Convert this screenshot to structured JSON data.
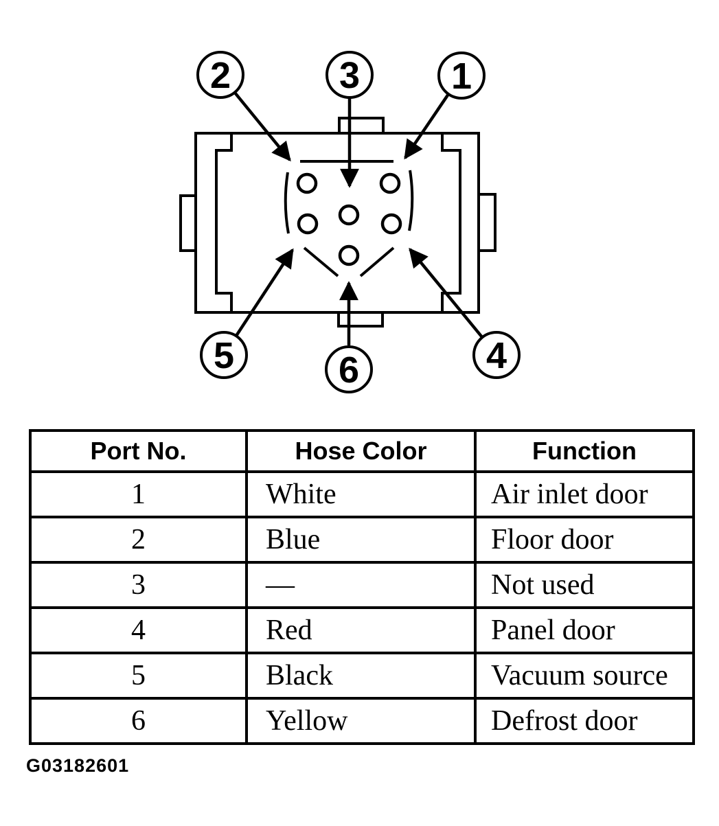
{
  "page": {
    "background_color": "#ffffff",
    "ink_color": "#000000",
    "description": "Vacuum connector port identification diagram with port/hose-color/function table"
  },
  "diagram": {
    "callouts": {
      "top_left": "2",
      "top_center": "3",
      "top_right": "1",
      "bottom_left": "5",
      "bottom_center": "6",
      "bottom_right": "4"
    }
  },
  "table": {
    "headers": [
      "Port No.",
      "Hose Color",
      "Function"
    ],
    "rows": [
      {
        "port": "1",
        "hose_color": "White",
        "function": "Air inlet door"
      },
      {
        "port": "2",
        "hose_color": "Blue",
        "function": "Floor door"
      },
      {
        "port": "3",
        "hose_color": "—",
        "function": "Not used"
      },
      {
        "port": "4",
        "hose_color": "Red",
        "function": "Panel door"
      },
      {
        "port": "5",
        "hose_color": "Black",
        "function": "Vacuum source"
      },
      {
        "port": "6",
        "hose_color": "Yellow",
        "function": "Defrost door"
      }
    ]
  },
  "footer": {
    "figure_code": "G03182601"
  }
}
